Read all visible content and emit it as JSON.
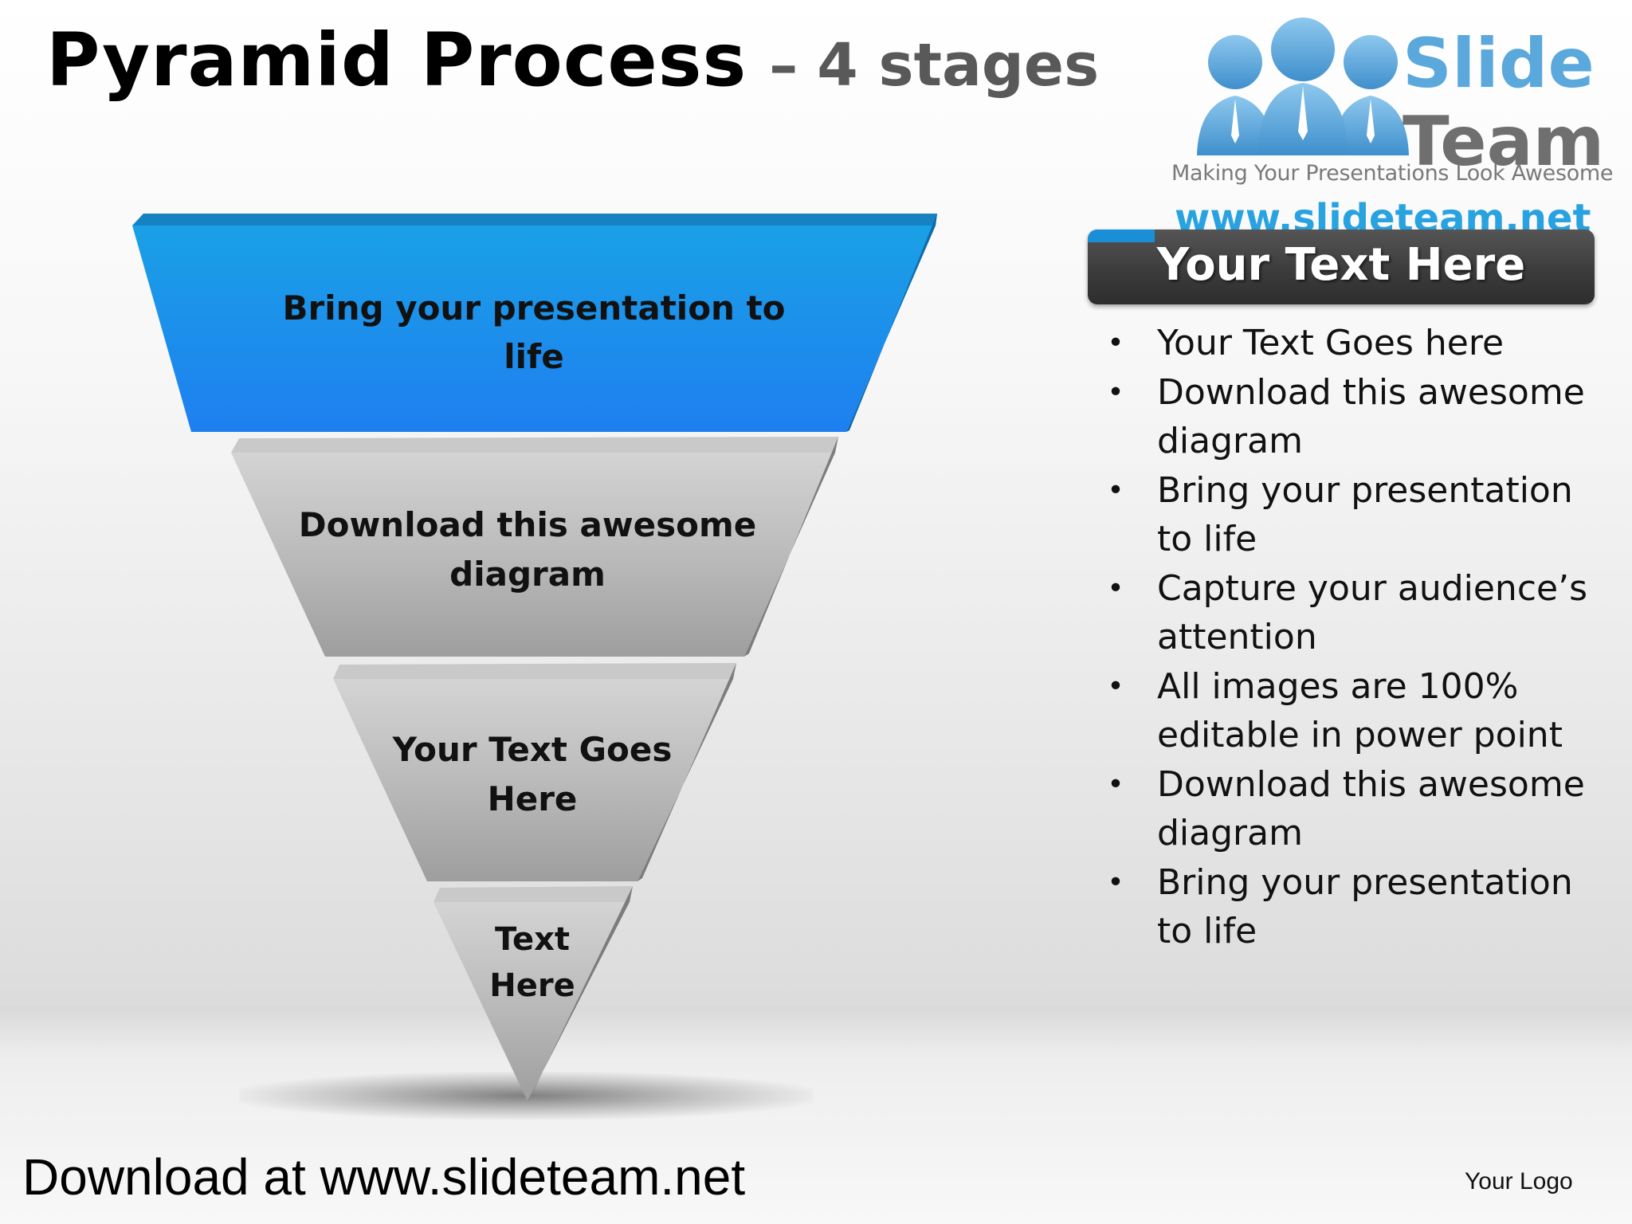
{
  "title": {
    "main": "Pyramid Process",
    "dash": "–",
    "sub": "4 stages"
  },
  "logo": {
    "brand_line1": "Slide",
    "brand_line2": "Team",
    "tagline": "Making Your Presentations Look Awesome",
    "url": "www.slideteam.net",
    "icon": "people-group-icon"
  },
  "pyramid": {
    "stages": [
      {
        "label_lines": [
          "Bring your presentation to",
          "life"
        ],
        "color": "#1e90ea"
      },
      {
        "label_lines": [
          "Download this awesome",
          "diagram"
        ],
        "color": "#a8a8a8"
      },
      {
        "label_lines": [
          "Your Text Goes",
          "Here"
        ],
        "color": "#a8a8a8"
      },
      {
        "label_lines": [
          "Text",
          "Here"
        ],
        "color": "#a8a8a8"
      }
    ]
  },
  "panel": {
    "header": "Your Text Here",
    "accent_color": "#1a8fd8",
    "bullets": [
      "Your Text Goes here",
      "Download this awesome diagram",
      "Bring your presentation to life",
      "Capture your audience’s attention",
      "All images are 100% editable in power point",
      "Download this awesome diagram",
      "Bring your presentation to life"
    ]
  },
  "footer": {
    "download_text": "Download at www.slideteam.net",
    "logo_placeholder": "Your Logo"
  }
}
